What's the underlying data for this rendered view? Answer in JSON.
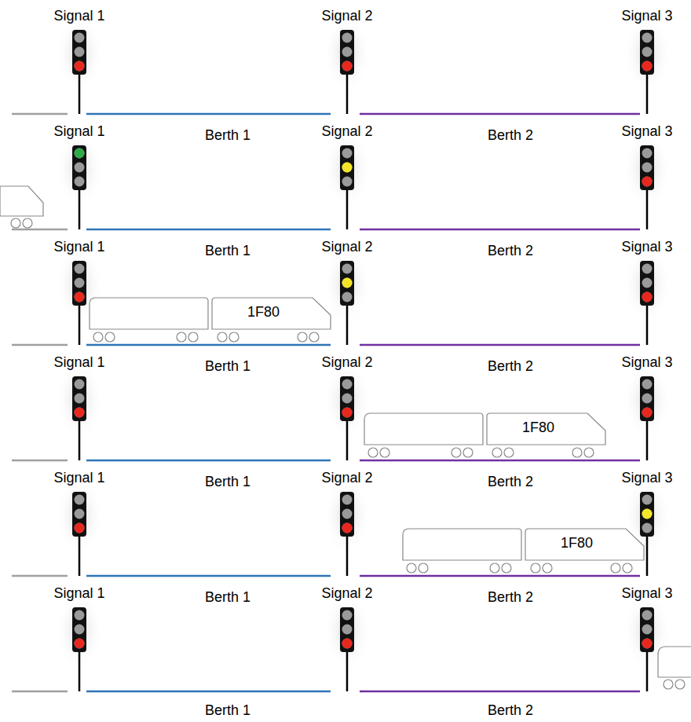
{
  "diagram": {
    "nodes": [
      {
        "text": [
          "1F80"
        ]
      },
      {
        "text": [
          "1F80"
        ]
      },
      {
        "text": [
          "1F80"
        ]
      }
    ],
    "labels": [
      "Signal 1",
      "Signal 2",
      "Signal 3",
      "Signal 1",
      "Berth 1",
      "Signal 2",
      "Berth 2",
      "Signal 3",
      "Signal 1",
      "Berth 1",
      "Signal 2",
      "Berth 2",
      "Signal 3",
      "Signal 1",
      "Berth 1",
      "Signal 2",
      "Berth 2",
      "Signal 3",
      "Signal 1",
      "Berth 1",
      "Signal 2",
      "Berth 2",
      "Signal 3",
      "Signal 1",
      "Berth 1",
      "Signal 2",
      "Berth 2",
      "Signal 3",
      "Berth 1",
      "Berth 2"
    ]
  }
}
